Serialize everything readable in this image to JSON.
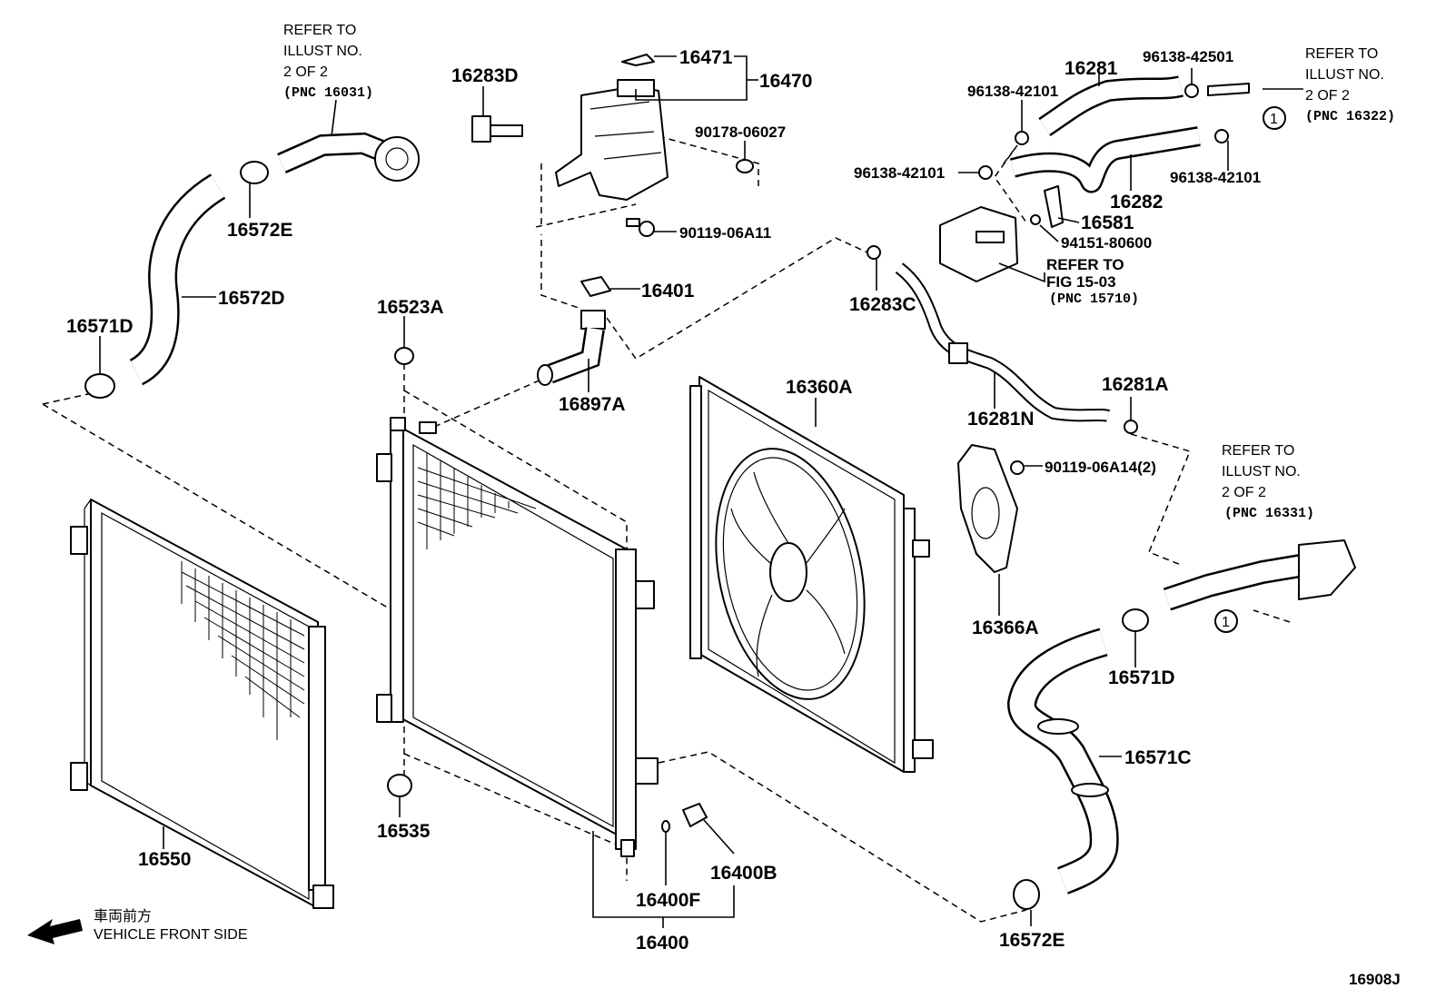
{
  "labels": {
    "p16471": "16471",
    "p16470": "16470",
    "p16283D": "16283D",
    "p90178": "90178-06027",
    "p90119a11": "90119-06A11",
    "p16401": "16401",
    "p16897A": "16897A",
    "p16572E_top": "16572E",
    "p16572D": "16572D",
    "p16571D_left": "16571D",
    "p16523A": "16523A",
    "p16360A": "16360A",
    "p16281": "16281",
    "p96138_42501": "96138-42501",
    "p96138_42101_a": "96138-42101",
    "p96138_42101_b": "96138-42101",
    "p96138_42101_c": "96138-42101",
    "p16282": "16282",
    "p16581": "16581",
    "p94151": "94151-80600",
    "p16283C": "16283C",
    "p16281N": "16281N",
    "p16281A": "16281A",
    "p90119a14": "90119-06A14(2)",
    "p16366A": "16366A",
    "p16571D_right": "16571D",
    "p16571C": "16571C",
    "p16572E_bottom": "16572E",
    "p16550": "16550",
    "p16535": "16535",
    "p16400F": "16400F",
    "p16400B": "16400B",
    "p16400": "16400",
    "diagram_id": "16908J",
    "circle_ref_top": "1",
    "circle_ref_bottom": "1"
  },
  "refs": {
    "ref1": {
      "l1": "REFER TO",
      "l2": "ILLUST NO.",
      "l3": "2 OF 2",
      "l4": "(PNC 16031)"
    },
    "ref2": {
      "l1": "REFER TO",
      "l2": "ILLUST NO.",
      "l3": "2 OF 2",
      "l4": "(PNC 16322)"
    },
    "ref3": {
      "l1": "REFER TO",
      "l2": "FIG 15-03",
      "l3": "(PNC 15710)"
    },
    "ref4": {
      "l1": "REFER TO",
      "l2": "ILLUST NO.",
      "l3": "2 OF 2",
      "l4": "(PNC 16331)"
    }
  },
  "direction": {
    "jp": "車両前方",
    "en": "VEHICLE FRONT SIDE"
  }
}
